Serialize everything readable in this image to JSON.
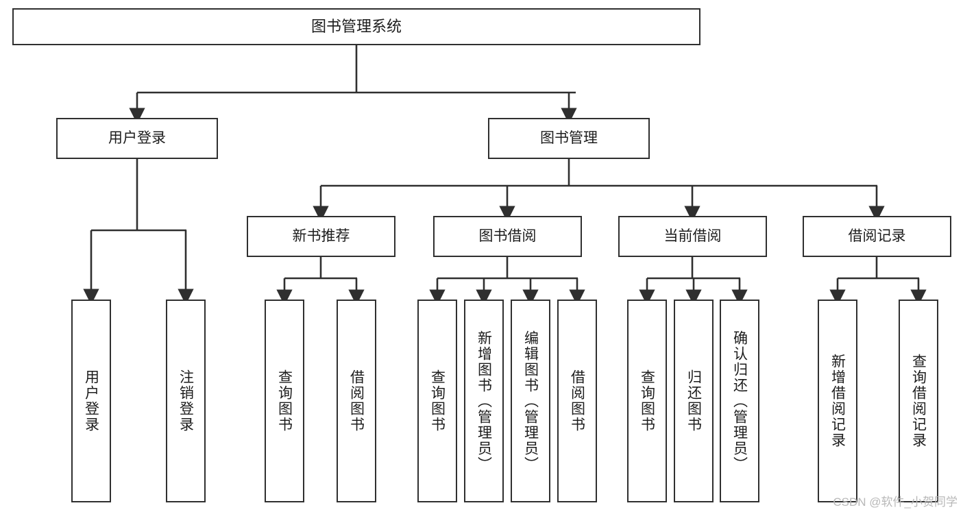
{
  "diagram": {
    "title": "图书管理系统",
    "watermark": "CSDN @软件_小贺同学",
    "type": "tree-hierarchy-diagram",
    "colors": {
      "border": "#2f2f2f",
      "background": "#ffffff",
      "text": "#1c1c1c",
      "watermark": "#b8b8b8"
    },
    "root": {
      "label": "图书管理系统"
    },
    "level1": [
      {
        "label": "用户登录"
      },
      {
        "label": "图书管理"
      }
    ],
    "level2": [
      {
        "label": "新书推荐"
      },
      {
        "label": "图书借阅"
      },
      {
        "label": "当前借阅"
      },
      {
        "label": "借阅记录"
      }
    ],
    "leaves": {
      "user_login": [
        {
          "label": "用户登录"
        },
        {
          "label": "注销登录"
        }
      ],
      "new_book_recommend": [
        {
          "label": "查询图书"
        },
        {
          "label": "借阅图书"
        }
      ],
      "book_borrow": [
        {
          "label": "查询图书"
        },
        {
          "label": "新增图书（管理员）"
        },
        {
          "label": "编辑图书（管理员）"
        },
        {
          "label": "借阅图书"
        }
      ],
      "current_borrow": [
        {
          "label": "查询图书"
        },
        {
          "label": "归还图书"
        },
        {
          "label": "确认归还（管理员）"
        }
      ],
      "borrow_records": [
        {
          "label": "新增借阅记录"
        },
        {
          "label": "查询借阅记录"
        }
      ]
    }
  }
}
